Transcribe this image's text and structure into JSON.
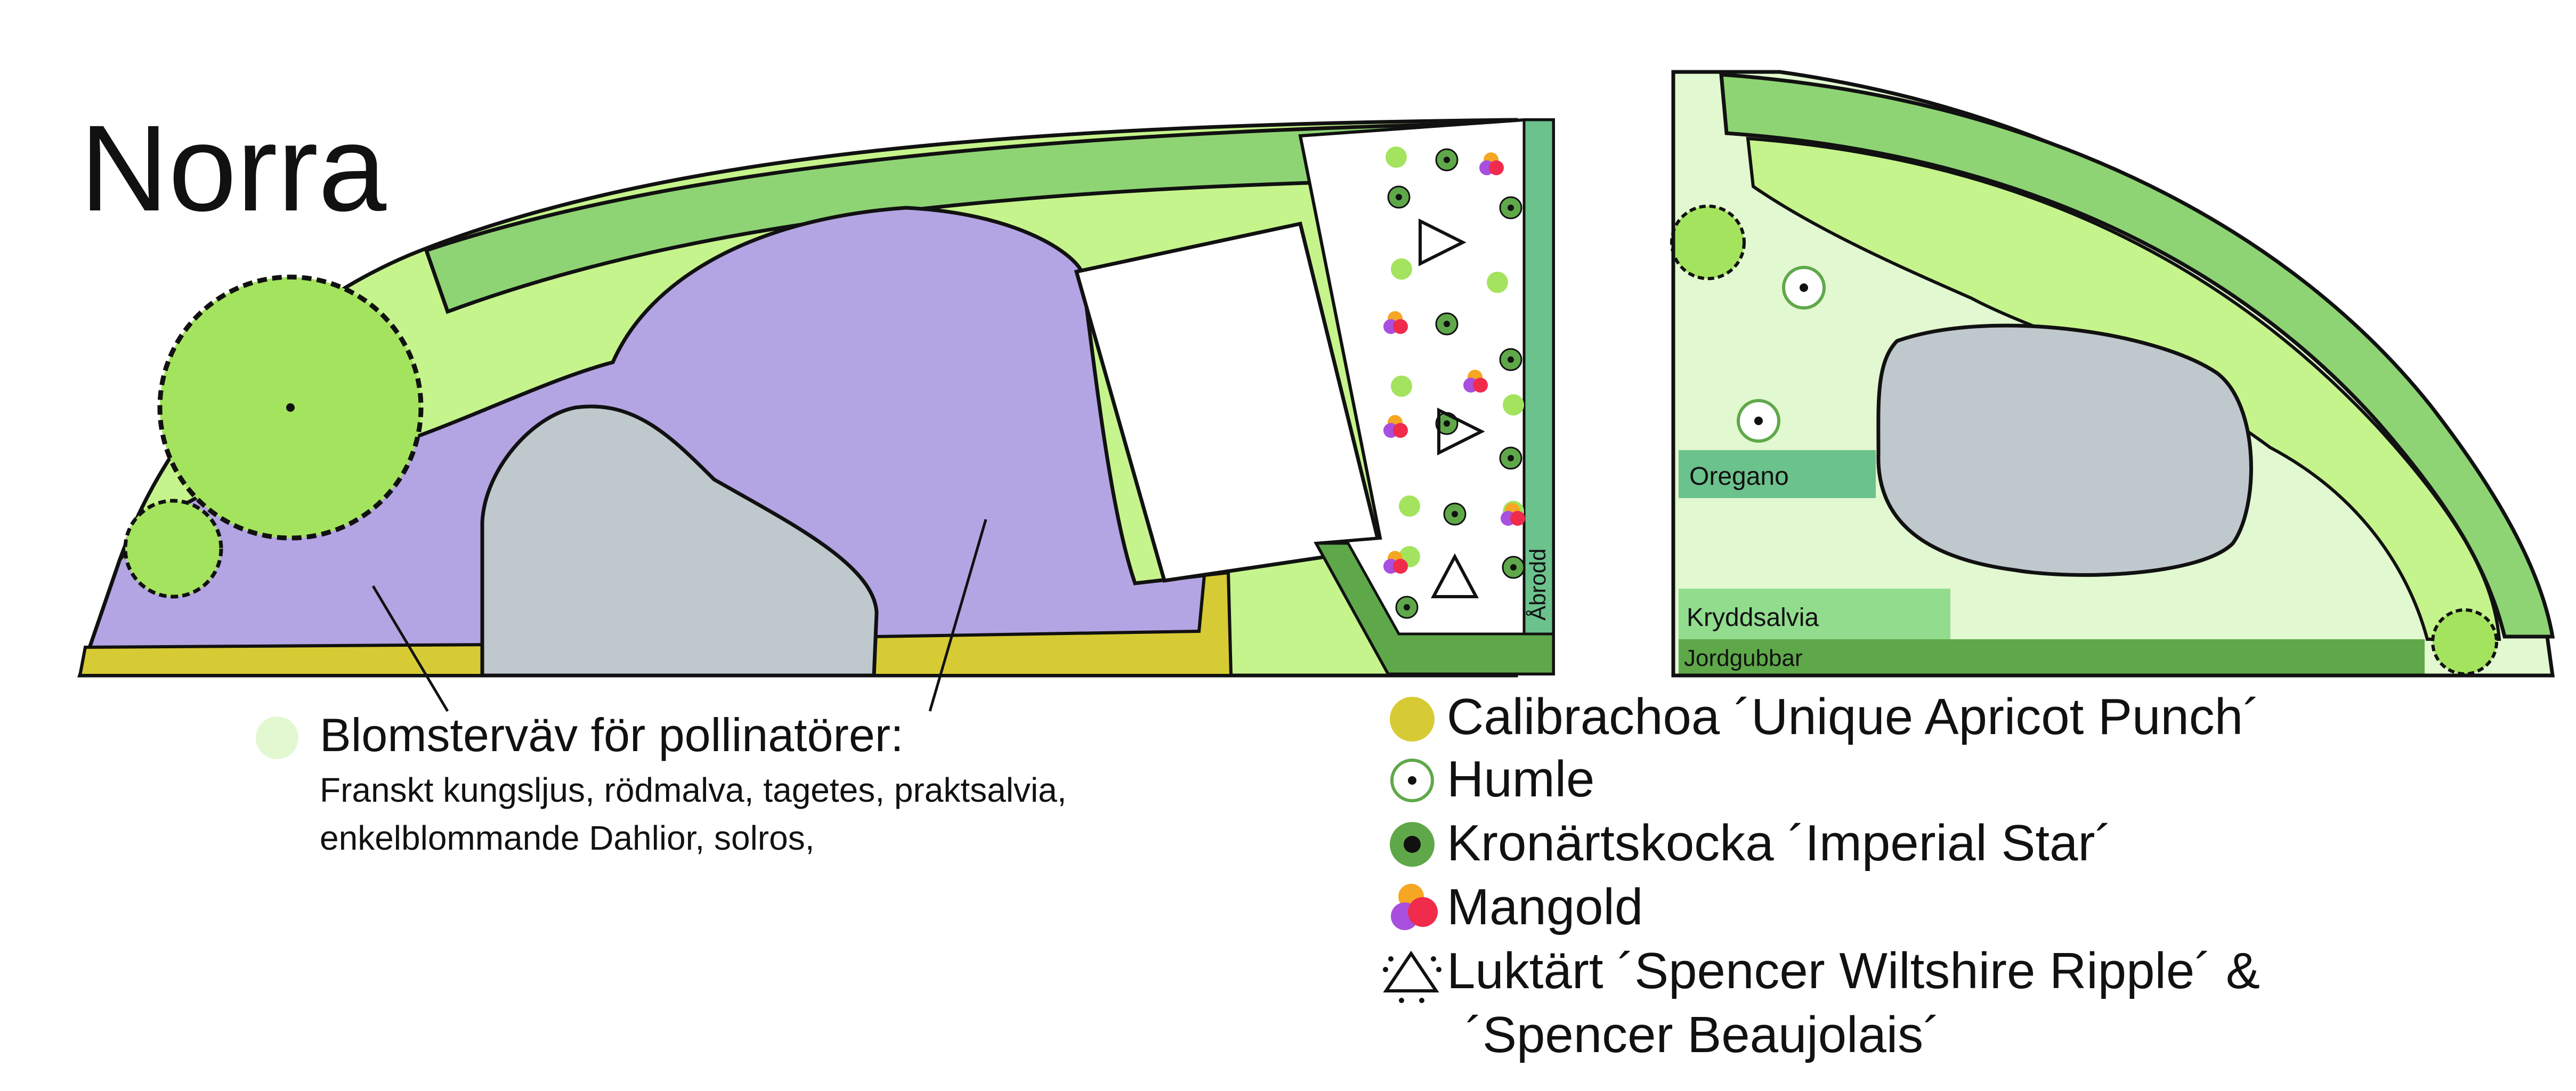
{
  "title": "Norra",
  "colors": {
    "lawn": "#C6F48C",
    "hedge": "#8FD474",
    "tree": "#A4E35E",
    "pollinator_bed": "#B3A5E3",
    "rock": "#BFC8CC",
    "calibrachoa_border": "#D7CB35",
    "herb_bed": "#E2F8D0",
    "path_edge": "#6BC28C",
    "dark_green": "#5FA84A",
    "outline": "#111111"
  },
  "bed_labels": {
    "abrodd": "Åbrodd",
    "oregano": "Oregano",
    "kryddsalvia": "Kryddsalvia",
    "jordgubbar": "Jordgubbar"
  },
  "pollinator_legend": {
    "heading": "Blomsterväv för pollinatörer:",
    "line1": "Franskt kungsljus, rödmalva, tagetes, praktsalvia,",
    "line2": "enkelblommande Dahlior, solros,"
  },
  "legend": [
    {
      "icon": "calibrachoa-icon",
      "label": "Calibrachoa ´Unique Apricot Punch´"
    },
    {
      "icon": "humle-icon",
      "label": "Humle"
    },
    {
      "icon": "kronartskocka-icon",
      "label": "Kronärtskocka ´Imperial Star´"
    },
    {
      "icon": "mangold-icon",
      "label": "Mangold"
    },
    {
      "icon": "luktart-icon",
      "label": "Luktärt ´Spencer Wiltshire Ripple´ &",
      "label2": "´Spencer Beaujolais´"
    }
  ]
}
